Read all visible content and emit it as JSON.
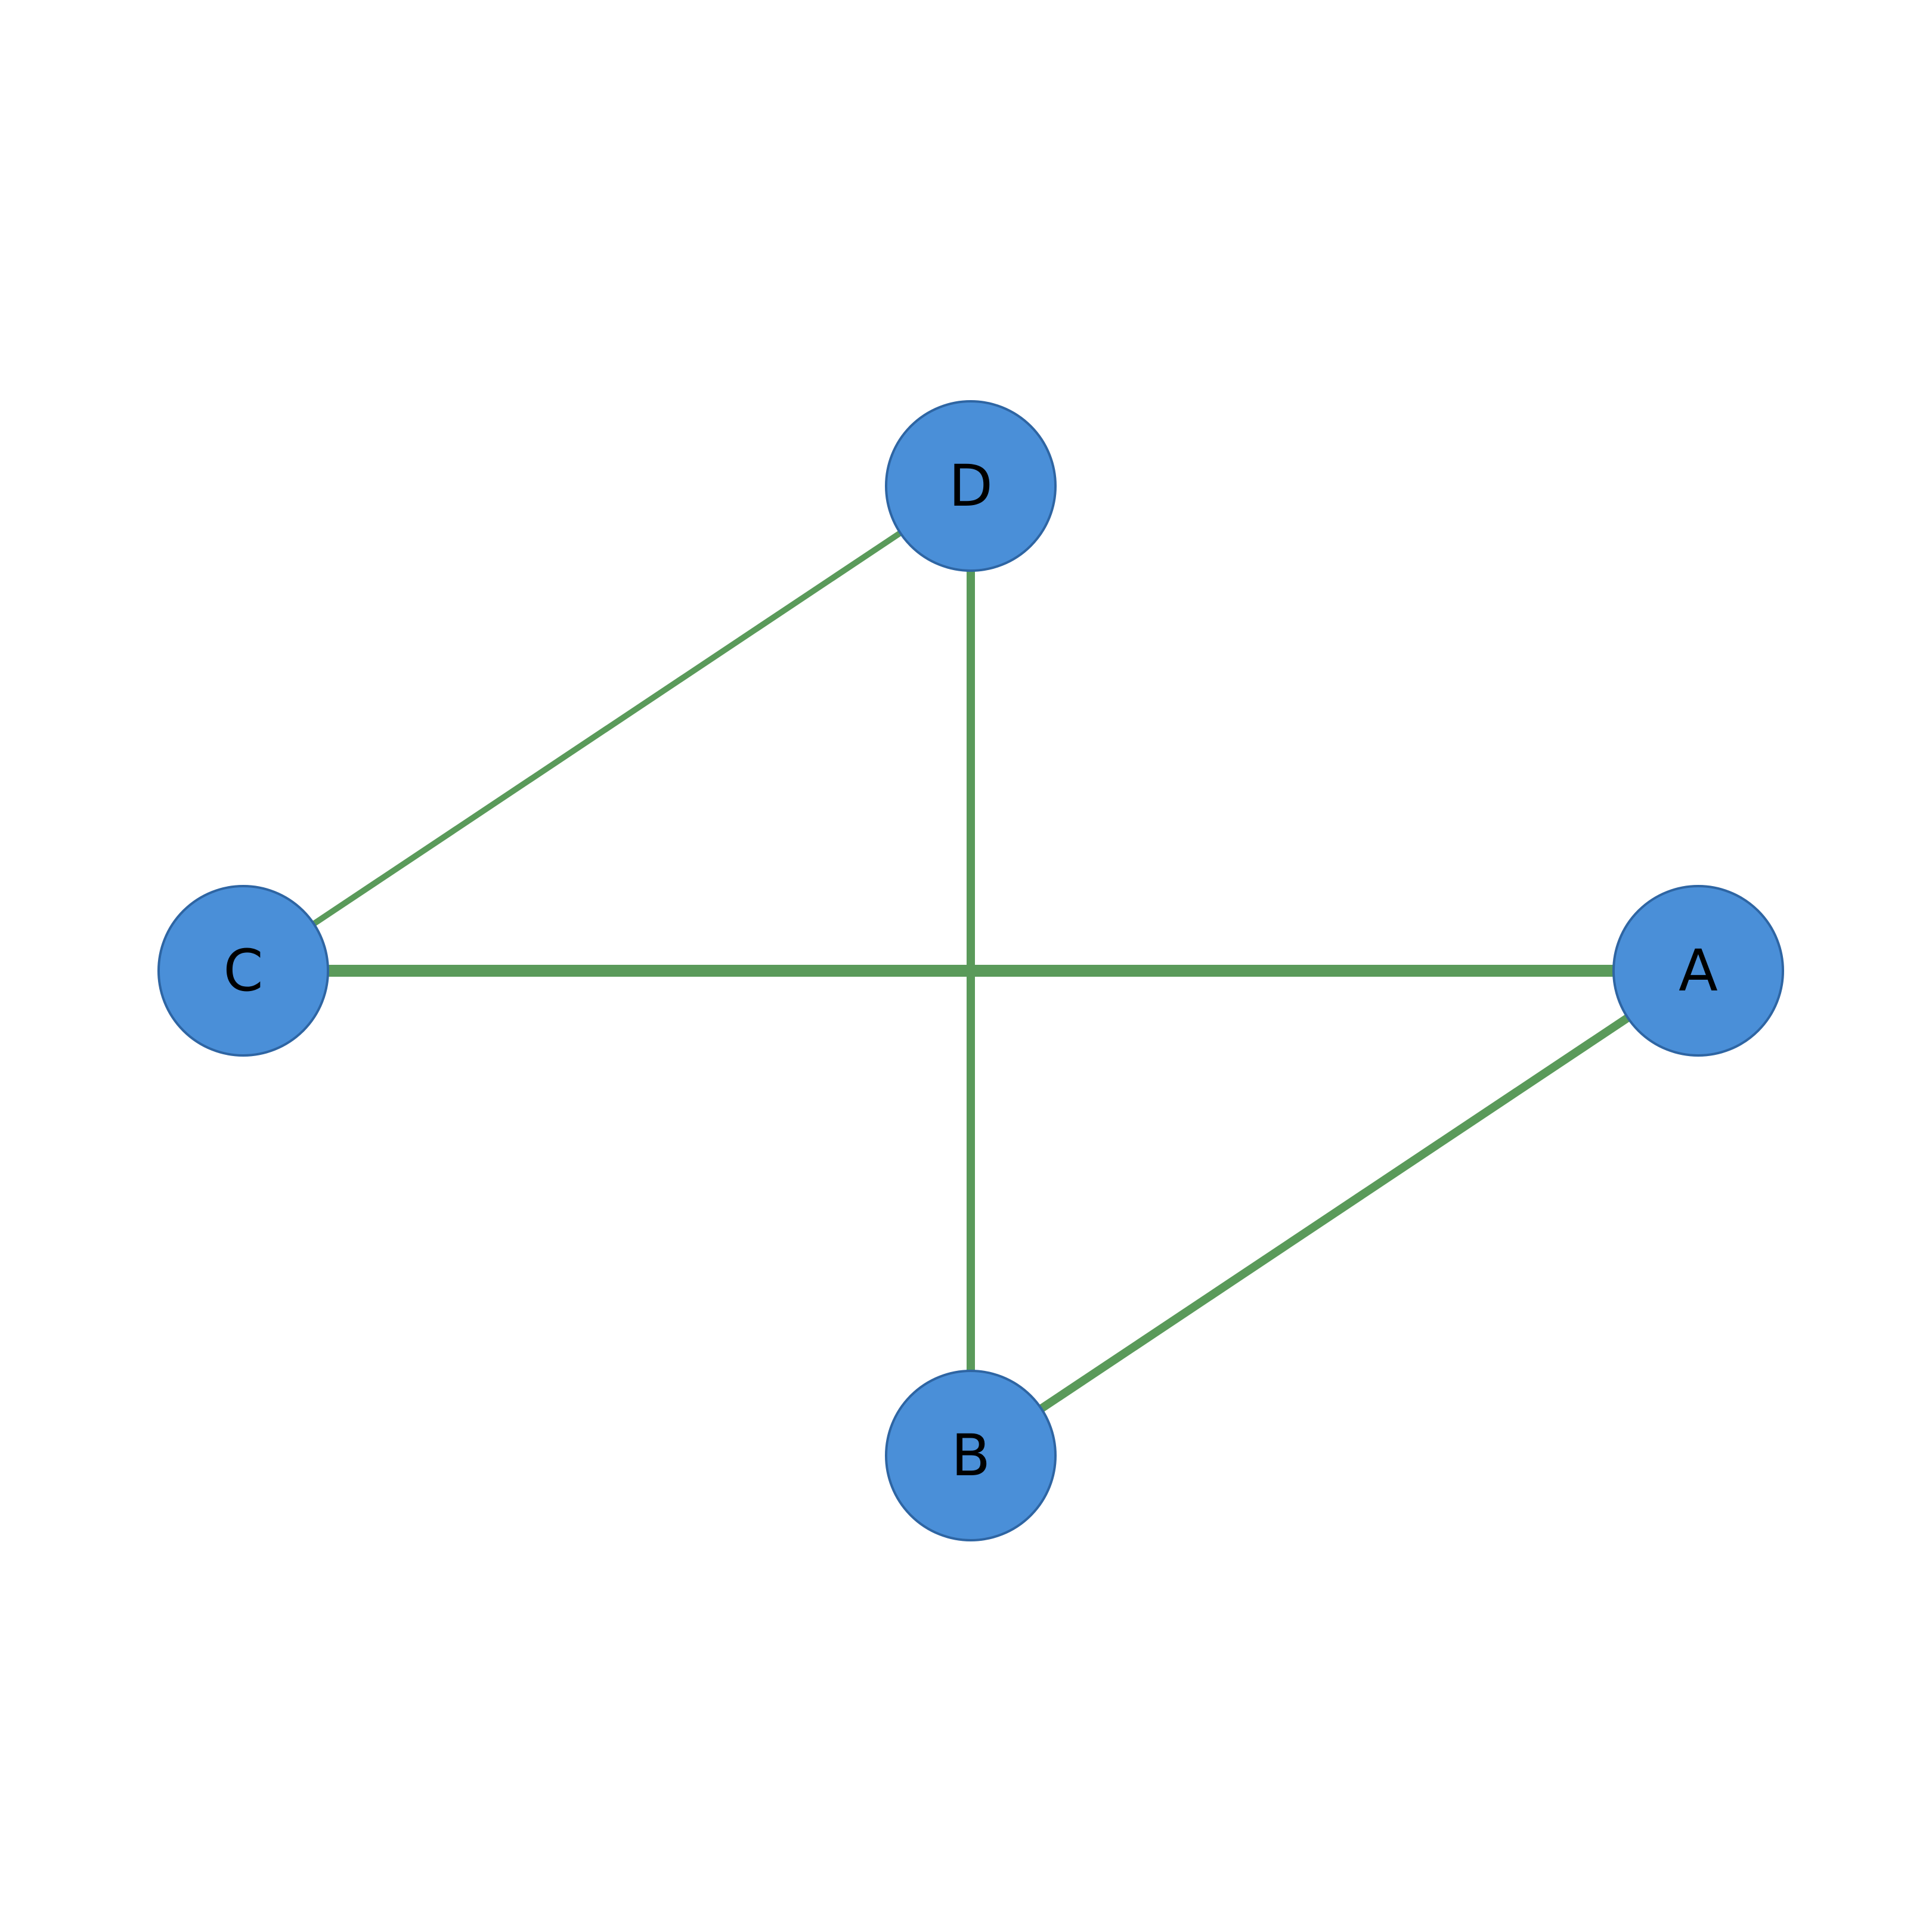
{
  "graph": {
    "nodes": [
      {
        "id": "A",
        "label": "A"
      },
      {
        "id": "B",
        "label": "B"
      },
      {
        "id": "C",
        "label": "C"
      },
      {
        "id": "D",
        "label": "D"
      }
    ],
    "edges": [
      {
        "source": "C",
        "target": "D",
        "weight": "thin"
      },
      {
        "source": "D",
        "target": "B",
        "weight": "medium"
      },
      {
        "source": "C",
        "target": "A",
        "weight": "thick"
      },
      {
        "source": "A",
        "target": "B",
        "weight": "medium"
      }
    ]
  },
  "colors": {
    "node_fill": "#4a8fd8",
    "node_stroke": "#2e65a3",
    "edge": "#5a9a5a",
    "label": "#000000",
    "background": "#ffffff"
  }
}
